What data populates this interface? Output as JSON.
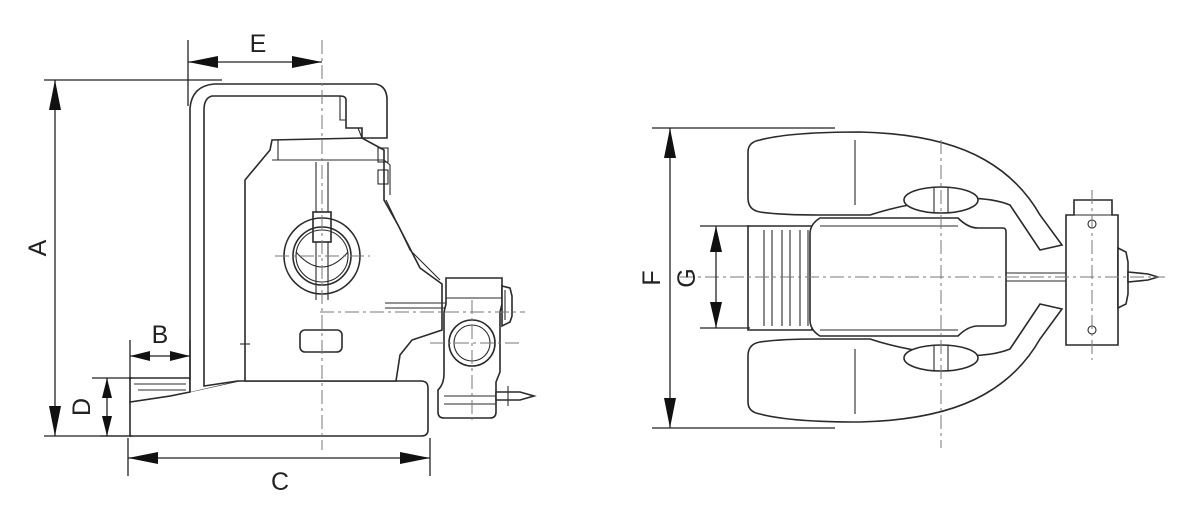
{
  "diagram": {
    "views": [
      "side-view",
      "top-view"
    ],
    "dimension_labels": {
      "A": "A",
      "B": "B",
      "C": "C",
      "D": "D",
      "E": "E",
      "F": "F",
      "G": "G"
    }
  }
}
